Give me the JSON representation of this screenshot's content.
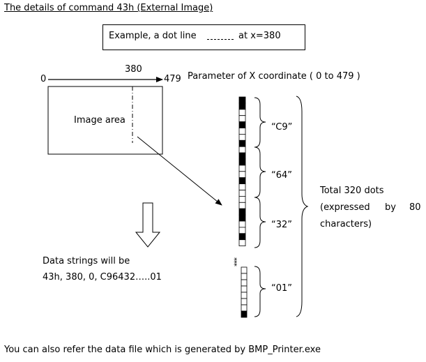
{
  "title": "The details of command 43h (External Image)",
  "example": {
    "label": "Example, a dot line",
    "tail": "at x=380"
  },
  "axis": {
    "start": "0",
    "mark": "380",
    "end": "479",
    "caption": "Parameter of X coordinate ( 0 to 479 )"
  },
  "image_area_label": "Image area",
  "groups": [
    {
      "label": "“C9”"
    },
    {
      "label": "“64”"
    },
    {
      "label": "“32”"
    },
    {
      "label": "“01”"
    }
  ],
  "ellipsis": "***",
  "total": {
    "line1": "Total 320 dots",
    "line2a": "(expressed",
    "line2b": "by",
    "line2c": "80",
    "line3": "characters)"
  },
  "data_strings": {
    "line1": "Data strings will be",
    "line2": "43h, 380, 0, C96432…..01"
  },
  "footer": "You can also refer the data file which is generated by BMP_Printer.exe",
  "pattern": {
    "upper_bits": "110010010110010000110010",
    "lower_bits": "00000001"
  }
}
